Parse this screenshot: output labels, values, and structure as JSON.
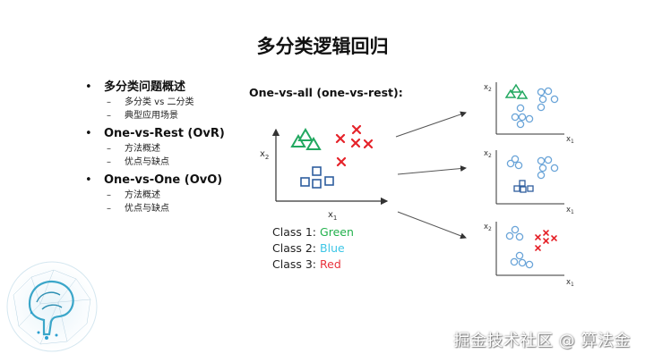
{
  "slide": {
    "title": "多分类逻辑回归",
    "watermark": "掘金技术社区 @ 算法金"
  },
  "outline": [
    {
      "bullet": "•",
      "text": "多分类问题概述",
      "sub": [
        "多分类 vs 二分类",
        "典型应用场景"
      ]
    },
    {
      "bullet": "•",
      "text": "One-vs-Rest (OvR)",
      "sub": [
        "方法概述",
        "优点与缺点"
      ]
    },
    {
      "bullet": "•",
      "text": "One-vs-One (OvO)",
      "sub": [
        "方法概述",
        "优点与缺点"
      ]
    }
  ],
  "diagram": {
    "heading": "One-vs-all (one-vs-rest):",
    "axis_x": "x",
    "axis_x_sub": "1",
    "axis_y": "x",
    "axis_y_sub": "2",
    "legend": [
      {
        "label": "Class 1:",
        "value": "Green",
        "color": "#22b14c"
      },
      {
        "label": "Class 2:",
        "value": "Blue",
        "color": "#3ec6e6"
      },
      {
        "label": "Class 3:",
        "value": "Red",
        "color": "#e8323c"
      }
    ],
    "colors": {
      "green": "#22a860",
      "blue_square": "#2f5e9e",
      "blue_circle": "#6aa4d8",
      "red": "#e5232a",
      "axis": "#333333",
      "arrow": "#555555"
    }
  }
}
